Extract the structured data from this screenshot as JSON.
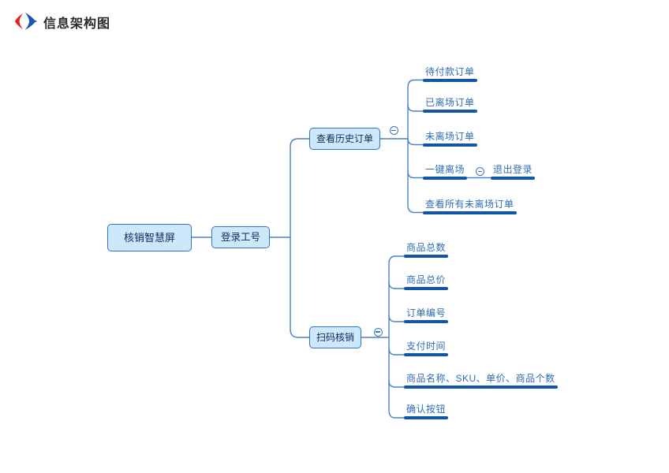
{
  "header": {
    "title": "信息架构图",
    "logo": "carrefour-logo"
  },
  "colors": {
    "node_fill": "#cde7fb",
    "node_border": "#3273c8",
    "node_text": "#0e2c56",
    "leaf_text": "#2e6cb9",
    "leaf_underline": "#1156a8",
    "connector": "#4a81c8",
    "logo_red": "#e5231b",
    "logo_blue": "#1a56b0",
    "title_text": "#2b2b2b"
  },
  "icons": {
    "collapse": "minus-circle-icon"
  },
  "tree": {
    "root": {
      "label": "核销智慧屏"
    },
    "login": {
      "label": "登录工号"
    },
    "branches": [
      {
        "label": "查看历史订单",
        "collapse_icon": "minus-circle",
        "children": [
          {
            "label": "待付款订单"
          },
          {
            "label": "已离场订单"
          },
          {
            "label": "未离场订单"
          },
          {
            "label": "一键离场",
            "collapse_icon": "minus-circle",
            "children": [
              {
                "label": "退出登录"
              }
            ]
          },
          {
            "label": "查看所有未离场订单"
          }
        ]
      },
      {
        "label": "扫码核销",
        "collapse_icon": "minus-circle",
        "children": [
          {
            "label": "商品总数"
          },
          {
            "label": "商品总价"
          },
          {
            "label": "订单编号"
          },
          {
            "label": "支付时间"
          },
          {
            "label": "商品名称、SKU、单价、商品个数"
          },
          {
            "label": "确认按钮"
          }
        ]
      }
    ]
  }
}
